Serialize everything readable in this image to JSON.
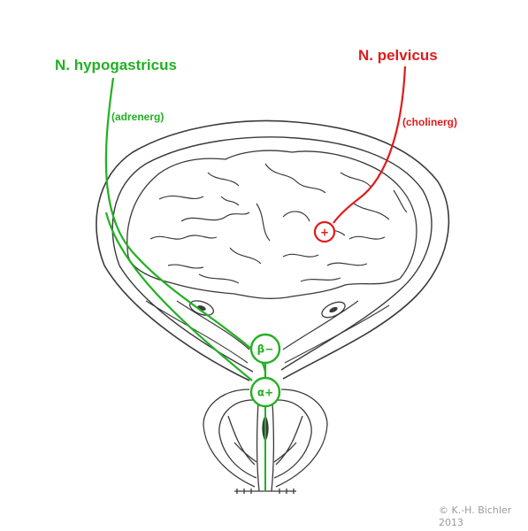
{
  "labels": {
    "hypogastricus": "N. hypogastricus",
    "adrenerg": "(adrenerg)",
    "pelvicus": "N. pelvicus",
    "cholinerg": "(cholinerg)"
  },
  "nodes": {
    "beta": "β−",
    "alpha": "α+",
    "plus": "+"
  },
  "copyright": {
    "line1": "© K.-H. Bichler",
    "line2": "2013"
  },
  "colors": {
    "sympathetic": "#22b022",
    "parasympathetic": "#e01b1b",
    "outline": "#3a3a3a",
    "copyright": "#9a9a9a"
  }
}
